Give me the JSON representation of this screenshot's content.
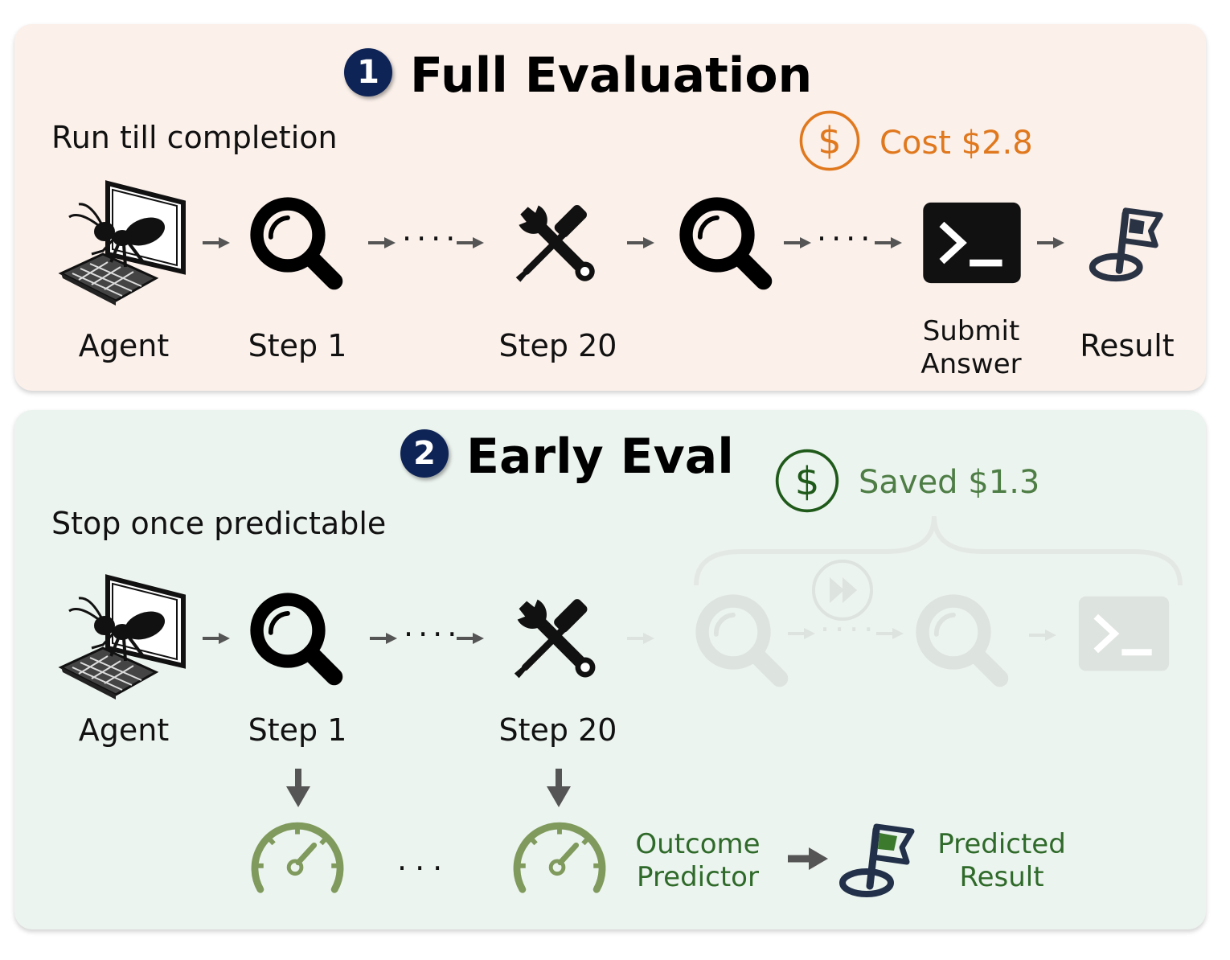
{
  "full": {
    "badge": "1",
    "title": "Full Evaluation",
    "subtitle": "Run till completion",
    "cost": "Cost $2.8",
    "labels": {
      "agent": "Agent",
      "step1": "Step 1",
      "step20": "Step 20",
      "submit": "Submit Answer",
      "result": "Result"
    }
  },
  "early": {
    "badge": "2",
    "title": "Early Eval",
    "subtitle": "Stop once predictable",
    "saved": "Saved $1.3",
    "labels": {
      "agent": "Agent",
      "step1": "Step 1",
      "step20": "Step 20",
      "ellipsis": "...",
      "predictor": "Outcome Predictor",
      "predicted": "Predicted Result"
    }
  },
  "colors": {
    "panel1_bg": "#fbf0ea",
    "panel2_bg": "#ecf4ef",
    "badge": "#0f2456",
    "cost": "#e0781e",
    "saved": "#4e7d45",
    "gauge": "#7f9a5c"
  },
  "icons": {
    "agent": "ant-at-computer-icon",
    "step": "magnifier-icon",
    "tool": "wrench-screwdriver-icon",
    "submit": "terminal-icon",
    "result": "flag-icon",
    "predictor": "speedometer-icon",
    "cost": "dollar-circle-icon",
    "skip": "fast-forward-icon"
  }
}
